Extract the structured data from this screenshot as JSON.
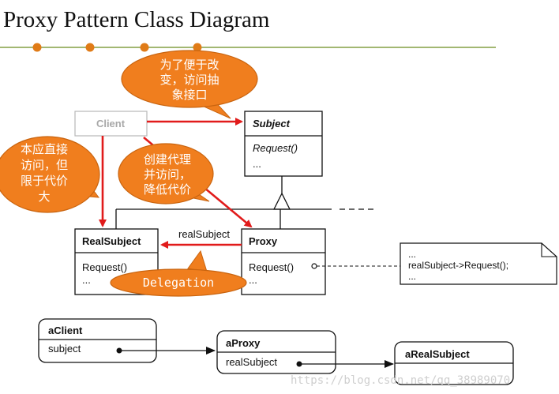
{
  "title": "Proxy Pattern Class Diagram",
  "colors": {
    "title_line": "#6a8c1f",
    "bullet": "#e07b17",
    "bubble": "#f07e1e",
    "bubble_stroke": "#c9640f",
    "arrow_red": "#e11b1b",
    "line": "#111111"
  },
  "classes": {
    "client": {
      "name": "Client"
    },
    "subject": {
      "name": "Subject",
      "op": "Request()",
      "more": "..."
    },
    "real_subject": {
      "name": "RealSubject",
      "op": "Request()",
      "more": "..."
    },
    "proxy": {
      "name": "Proxy",
      "op": "Request()",
      "more": "..."
    }
  },
  "association_label": "realSubject",
  "note": {
    "line1": "...",
    "line2": "realSubject->Request();",
    "line3": "..."
  },
  "bubbles": {
    "top": [
      "为了便于改",
      "变，访问抽",
      "象接口"
    ],
    "left": [
      "本应直接",
      "访问，但",
      "限于代价",
      "大"
    ],
    "middle": [
      "创建代理",
      "并访问，",
      "降低代价"
    ],
    "delegation": "Delegation"
  },
  "objects": {
    "a_client": {
      "name": "aClient",
      "field": "subject"
    },
    "a_proxy": {
      "name": "aProxy",
      "field": "realSubject"
    },
    "a_real_subject": {
      "name": "aRealSubject"
    }
  },
  "watermark": "https://blog.csdn.net/qq_38989070"
}
